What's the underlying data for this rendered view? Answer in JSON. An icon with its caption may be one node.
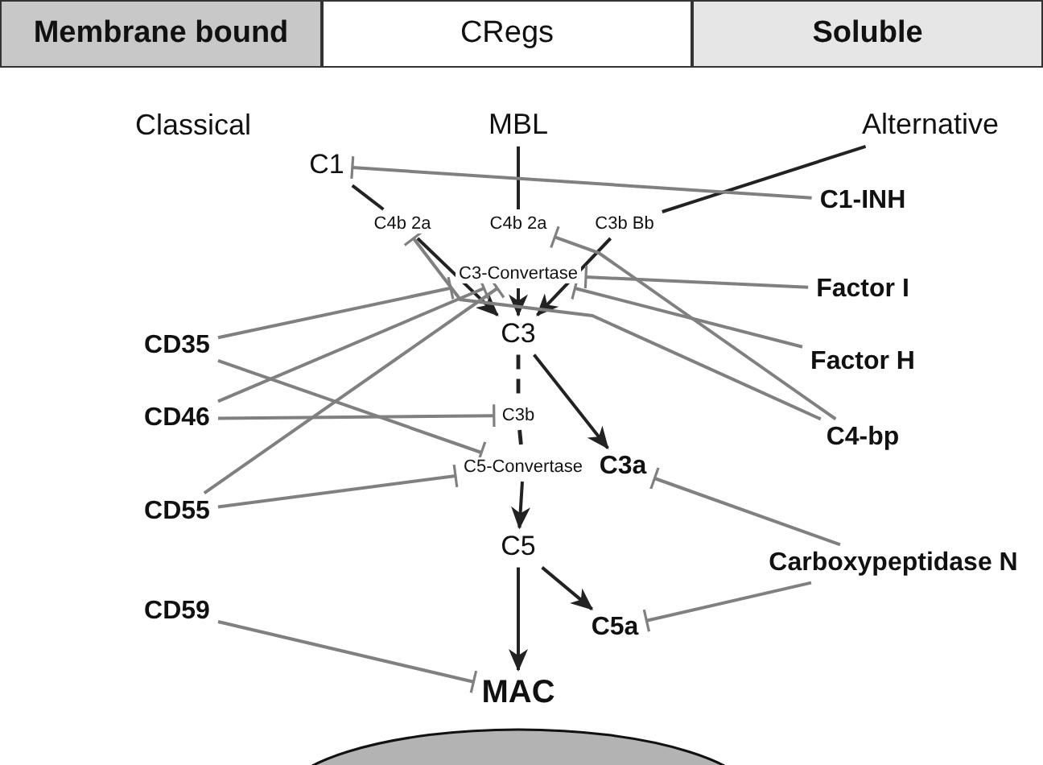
{
  "diagram": {
    "nodes": [
      {
        "text": [
          "Membrane bound"
        ]
      },
      {
        "text": [
          "CRegs"
        ]
      },
      {
        "text": [
          "Soluble"
        ]
      },
      {
        "text": [
          "MBL"
        ]
      },
      {
        "text": [
          "Alternative"
        ]
      },
      {
        "text": [
          "C1"
        ]
      },
      {
        "text": [
          "C1-INH"
        ]
      },
      {
        "text": [
          "C4b 2a"
        ]
      },
      {
        "text": [
          "C4b 2a"
        ]
      },
      {
        "text": [
          "C3b Bb"
        ]
      },
      {
        "text": [
          "C3-Convertase"
        ]
      },
      {
        "text": [
          "C3"
        ]
      },
      {
        "text": [
          "Factor I"
        ]
      },
      {
        "text": [
          "CD35"
        ]
      },
      {
        "text": [
          "CD46"
        ]
      },
      {
        "text": [
          "Factor H"
        ]
      },
      {
        "text": [
          "C3b"
        ]
      },
      {
        "text": [
          "C3a"
        ]
      },
      {
        "text": [
          "C4-bp"
        ]
      },
      {
        "text": [
          "C5-Convertase"
        ]
      },
      {
        "text": [
          "CD55"
        ]
      },
      {
        "text": [
          "C5"
        ]
      },
      {
        "text": [
          "Carboxypeptidase N"
        ]
      },
      {
        "text": [
          "CD59"
        ]
      },
      {
        "text": [
          "C5a"
        ]
      },
      {
        "text": [
          "MAC"
        ]
      }
    ],
    "edges": [
      {
        "from": 5,
        "to": 7,
        "arrow": "none",
        "color": "#222222"
      },
      {
        "from": 3,
        "to": 8,
        "arrow": "none",
        "color": "#222222"
      },
      {
        "from": 4,
        "to": 9,
        "arrow": "none",
        "color": "#222222"
      },
      {
        "from": 7,
        "to": 11,
        "arrow": "to",
        "color": "#222222"
      },
      {
        "from": 10,
        "to": 11,
        "arrow": "to",
        "color": "#222222"
      },
      {
        "from": 9,
        "to": 11,
        "arrow": "to",
        "color": "#222222"
      },
      {
        "from": 11,
        "to": 17,
        "arrow": "to",
        "color": "#222222"
      },
      {
        "from": 11,
        "to": 16,
        "arrow": "none",
        "style": "dashed",
        "color": "#222222"
      },
      {
        "from": 16,
        "to": 19,
        "arrow": "none",
        "style": "dashed",
        "color": "#222222"
      },
      {
        "from": 19,
        "to": 21,
        "arrow": "to",
        "color": "#222222"
      },
      {
        "from": 21,
        "to": 24,
        "arrow": "to",
        "color": "#222222"
      },
      {
        "from": 21,
        "to": 25,
        "arrow": "to",
        "color": "#222222"
      },
      {
        "from": 6,
        "to": 5,
        "arrow": "other"
      },
      {
        "from": 12,
        "to": 10,
        "arrow": "other"
      },
      {
        "from": 15,
        "to": 10,
        "arrow": "other"
      },
      {
        "from": 18,
        "to": 7,
        "arrow": "other"
      },
      {
        "from": 18,
        "to": 8,
        "arrow": "other"
      },
      {
        "from": 13,
        "to": 10,
        "arrow": "other"
      },
      {
        "from": 13,
        "to": 19,
        "arrow": "other"
      },
      {
        "from": 14,
        "to": 10,
        "arrow": "other"
      },
      {
        "from": 14,
        "to": 16,
        "arrow": "other"
      },
      {
        "from": 20,
        "to": 10,
        "arrow": "other"
      },
      {
        "from": 20,
        "to": 19,
        "arrow": "other"
      },
      {
        "from": 23,
        "to": 25,
        "arrow": "other"
      },
      {
        "from": 22,
        "to": 17,
        "arrow": "other"
      },
      {
        "from": 22,
        "to": 24,
        "arrow": "other"
      }
    ],
    "labels": [
      "Classical"
    ]
  }
}
